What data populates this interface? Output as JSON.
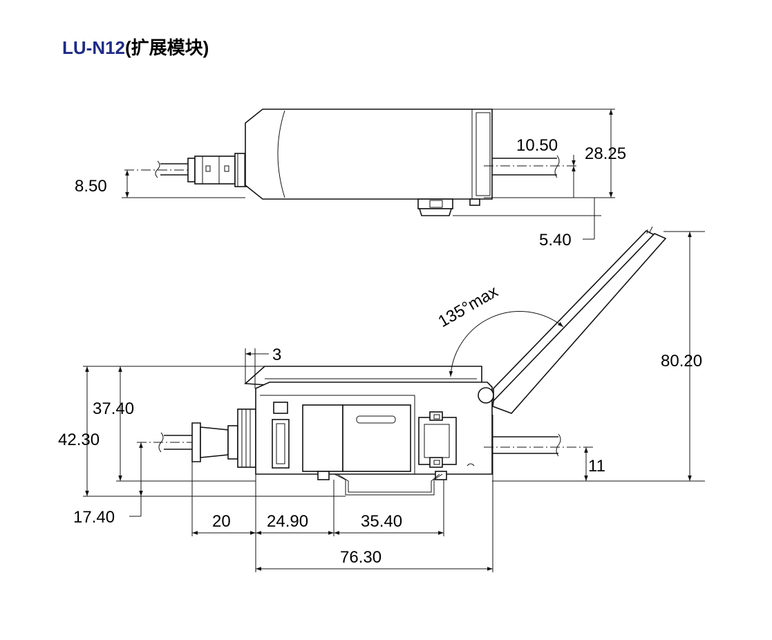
{
  "title": {
    "model": "LU-N12",
    "suffix": "(扩展模块)"
  },
  "dimensions": {
    "cable_offset_side": "8.50",
    "connector_offset": "10.50",
    "height_side": "28.25",
    "foot_height": "5.40",
    "angle": "135°max",
    "cover_thickness": "3",
    "opened_height": "80.20",
    "body_height": "37.40",
    "overall_height": "42.30",
    "cable_right": "11",
    "cable_left": "17.40",
    "connector_length": "20",
    "width_a": "24.90",
    "width_b": "35.40",
    "overall_width": "76.30"
  }
}
